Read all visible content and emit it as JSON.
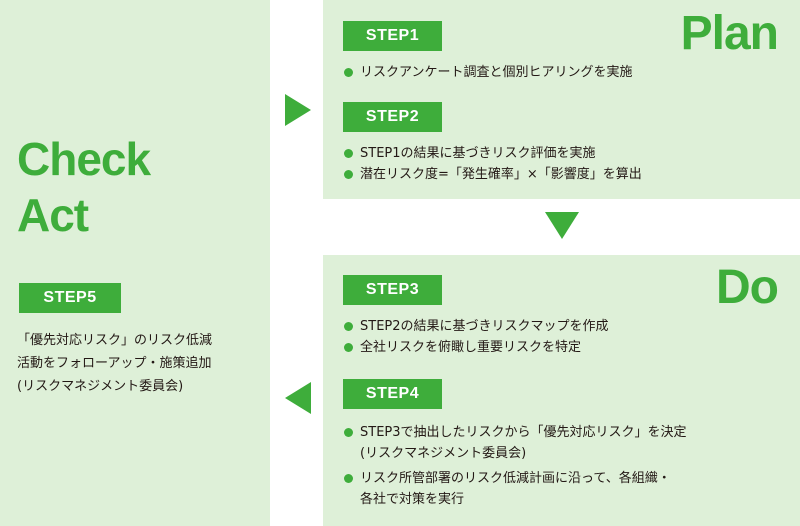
{
  "plan": {
    "heading": "Plan",
    "step1": {
      "label": "STEP1",
      "bullets": [
        "リスクアンケート調査と個別ヒアリングを実施"
      ]
    },
    "step2": {
      "label": "STEP2",
      "bullets": [
        "STEP1の結果に基づきリスク評価を実施",
        "潜在リスク度=「発生確率」×「影響度」を算出"
      ]
    }
  },
  "do": {
    "heading": "Do",
    "step3": {
      "label": "STEP3",
      "bullets": [
        "STEP2の結果に基づきリスクマップを作成",
        "全社リスクを俯瞰し重要リスクを特定"
      ]
    },
    "step4": {
      "label": "STEP4",
      "bullets": [
        [
          "STEP3で抽出したリスクから「優先対応リスク」を決定",
          "(リスクマネジメント委員会)"
        ],
        [
          "リスク所管部署のリスク低減計画に沿って、各組織・",
          "各社で対策を実行"
        ]
      ]
    }
  },
  "check_act": {
    "heading_line1": "Check",
    "heading_line2": "Act",
    "step5": {
      "label": "STEP5",
      "lines": [
        "「優先対応リスク」のリスク低減",
        "活動をフォローアップ・施策追加",
        "(リスクマネジメント委員会)"
      ]
    }
  },
  "colors": {
    "accent": "#3ead3b",
    "panel": "#def0d8",
    "text": "#231815"
  }
}
